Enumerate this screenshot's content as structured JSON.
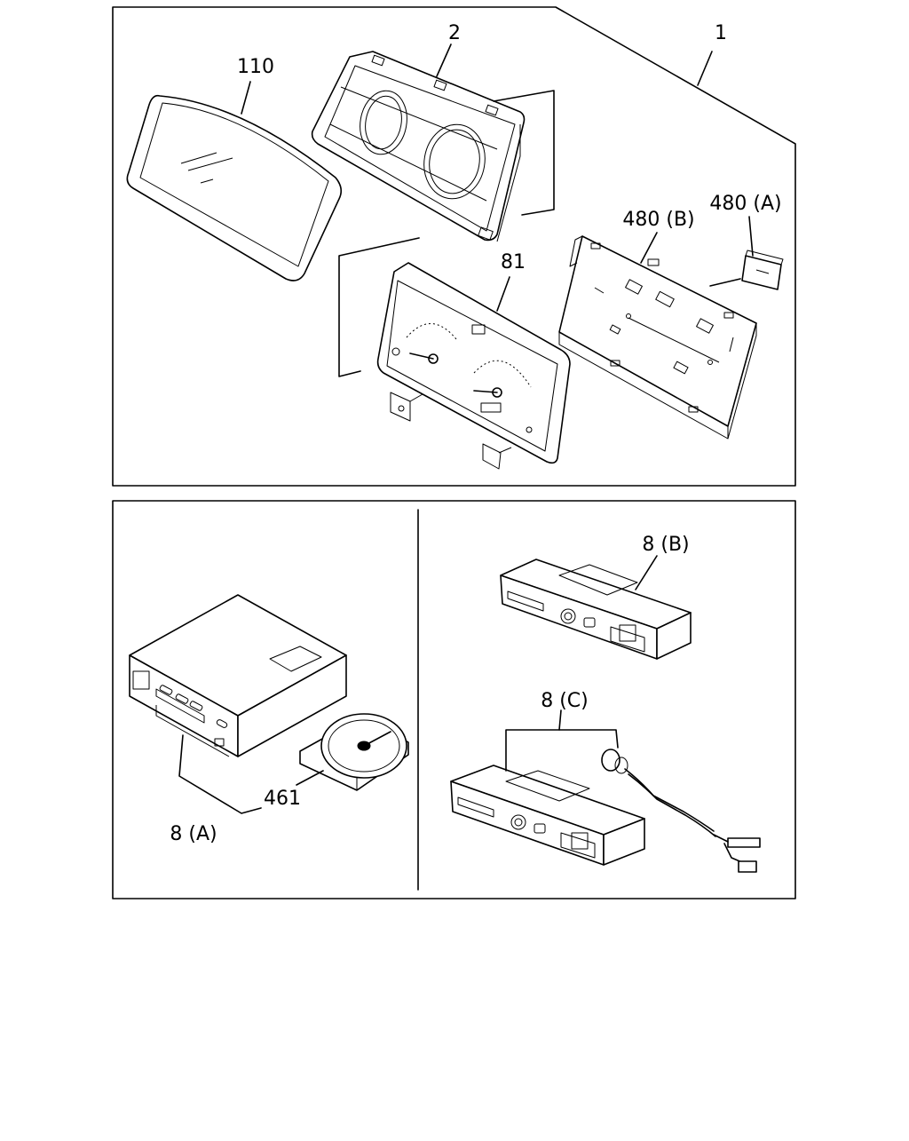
{
  "colors": {
    "line": "#000000",
    "background": "#ffffff"
  },
  "callouts": {
    "assembly": "1",
    "case": "2",
    "lens": "110",
    "meter_panel": "81",
    "circuit_b": "480 (B)",
    "circuit_a": "480 (A)",
    "player_a": "8 (A)",
    "disc": "461",
    "player_b": "8 (B)",
    "player_c": "8 (C)"
  }
}
